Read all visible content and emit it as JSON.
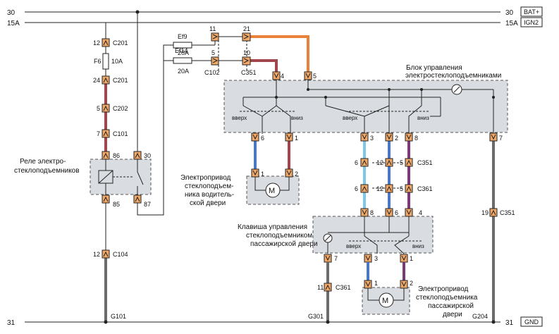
{
  "rails": {
    "top30": "30",
    "top15a": "15A",
    "bottom31": "31",
    "bat_plus": "BAT+",
    "ign2": "IGN2",
    "gnd": "GND"
  },
  "fuses": {
    "ef9": "Ef9",
    "ef9_rating": "20A",
    "ef14": "Ef14",
    "ef14_rating": "20A",
    "f6": "F6",
    "f6_rating": "10A"
  },
  "left_branch": {
    "c201_top_pin": "12",
    "c201_top": "C201",
    "c201_bot_pin": "24",
    "c201_bot": "C201",
    "c202_pin": "5",
    "c202": "C202",
    "c101_pin": "7",
    "c101": "C101",
    "c104_pin": "12",
    "c104": "C104",
    "g101": "G101"
  },
  "relay": {
    "label": "Реле электро-\nстеклоподъемников",
    "pin86": "86",
    "pin30": "30",
    "pin85": "85",
    "pin87": "87"
  },
  "connectors_top": {
    "pin11": "11",
    "pin21": "21",
    "pin5": "5",
    "pin10": "10",
    "c102": "C102",
    "c351": "C351",
    "pin4": "4",
    "pin5b": "5"
  },
  "control_unit": {
    "label": "Блок управления\nэлектростеклоподъемниками",
    "up1": "вверх",
    "down1": "вниз",
    "up2": "вверх",
    "down2": "вниз",
    "pins": [
      "6",
      "1",
      "3",
      "2",
      "8",
      "7"
    ]
  },
  "driver_motor": {
    "label": "Электропривод\nстеклоподъем-\nника водитель-\nской двери",
    "pin1": "1",
    "pin2": "2",
    "m": "M"
  },
  "middle_connectors": {
    "r1": [
      "6",
      "12",
      "5"
    ],
    "r1_name": "C351",
    "r2": [
      "6",
      "12",
      "5"
    ],
    "r2_name": "C361",
    "right_pin": "19",
    "right_name": "C351"
  },
  "passenger_switch": {
    "label": "Клавиша управления\nстеклоподъемником\nпассажирской двери",
    "up": "вверх",
    "down": "вниз",
    "pins_top": [
      "8",
      "6",
      "4"
    ],
    "pins_bottom": [
      "7",
      "3",
      "1"
    ]
  },
  "passenger_motor": {
    "label": "Электропривод\nстеклоподъемника\nпассажирской\nдвери",
    "pin1": "1",
    "pin2": "2",
    "m": "M"
  },
  "grounds": {
    "c361_pin": "11",
    "c361": "C361",
    "g301": "G301",
    "g204": "G204"
  },
  "colors": {
    "red_brown": "#a0464c",
    "orange": "#e8823a",
    "blue": "#4a78c4",
    "light_blue": "#7cc8e8",
    "brown": "#b06b3c",
    "purple": "#7a3a7a",
    "grey": "#6b6b6b",
    "box_fill": "#d9dde2",
    "connector": "#f0a868"
  }
}
